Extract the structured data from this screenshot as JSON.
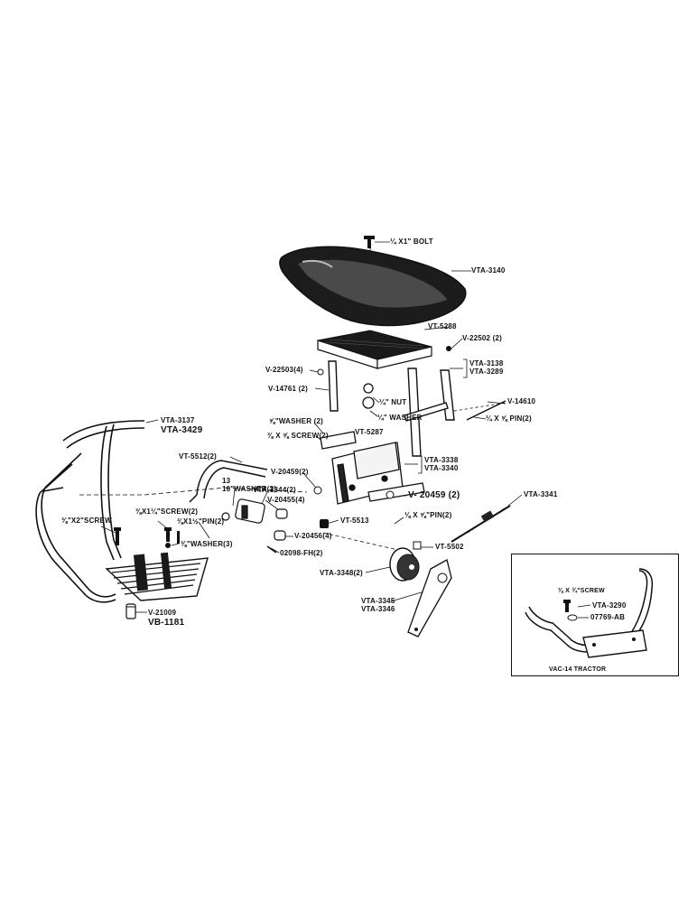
{
  "colors": {
    "ink": "#111111",
    "paper": "#ffffff",
    "metal": "#2a2a2a"
  },
  "labels": {
    "bolt": "¼ X1\" BOLT",
    "seat": "VTA-3140",
    "seat_bracket": "VT-5288",
    "v22502": "V-22502 (2)",
    "v22503": "V-22503(4)",
    "v14761": "V-14761 (2)",
    "nut": "¼\" NUT",
    "washer_quarter": "¼\" WASHER",
    "vta3138_3289": "VTA-3138\nVTA-3289",
    "v14610": "V-14610",
    "pin_two": "¼ X ⅝ PIN(2)",
    "vta3137": "VTA-3137",
    "vta3429": "VTA-3429",
    "washer_five_16": "⅝\"WASHER (2)",
    "screw_38": "⅜ X ⅝ SCREW(2)",
    "vt5287": "VT-5287",
    "vt5512": "VT-5512(2)",
    "v20459_small": "V-20459(2)",
    "vta3338_3340": "VTA-3338\nVTA-3340",
    "washer_13_16": "13\n16\"WASHER(2)",
    "vta3344": "VTA-3344(2)",
    "v20455": "V-20455(4)",
    "v20459_big": "V- 20459 (2)",
    "vta3341": "VTA-3341",
    "screw_x2": "⅜\"X2\"SCREW",
    "screw_1_1_4": "⅜X1¼\"SCREW(2)",
    "pin_1_1_2": "⅜X1½\"PIN(2)",
    "vt5513": "VT-5513",
    "pin_three_eight": "⅛ X ⅝\"PIN(2)",
    "vt5502": "VT-5502",
    "v20456": "V-20456(4)",
    "washer_three": "⅜\"WASHER(3)",
    "o2098": "02098-FH(2)",
    "vta3348": "VTA-3348(2)",
    "v21009": "V-21009",
    "vb1181": "VB-1181",
    "vta3345_3346": "VTA-3345\nVTA-3346"
  },
  "inset": {
    "screw": "⅜ X ¾\"SCREW",
    "vta3290": "VTA-3290",
    "o7769": "07769-AB",
    "caption": "VAC-14   TRACTOR"
  }
}
